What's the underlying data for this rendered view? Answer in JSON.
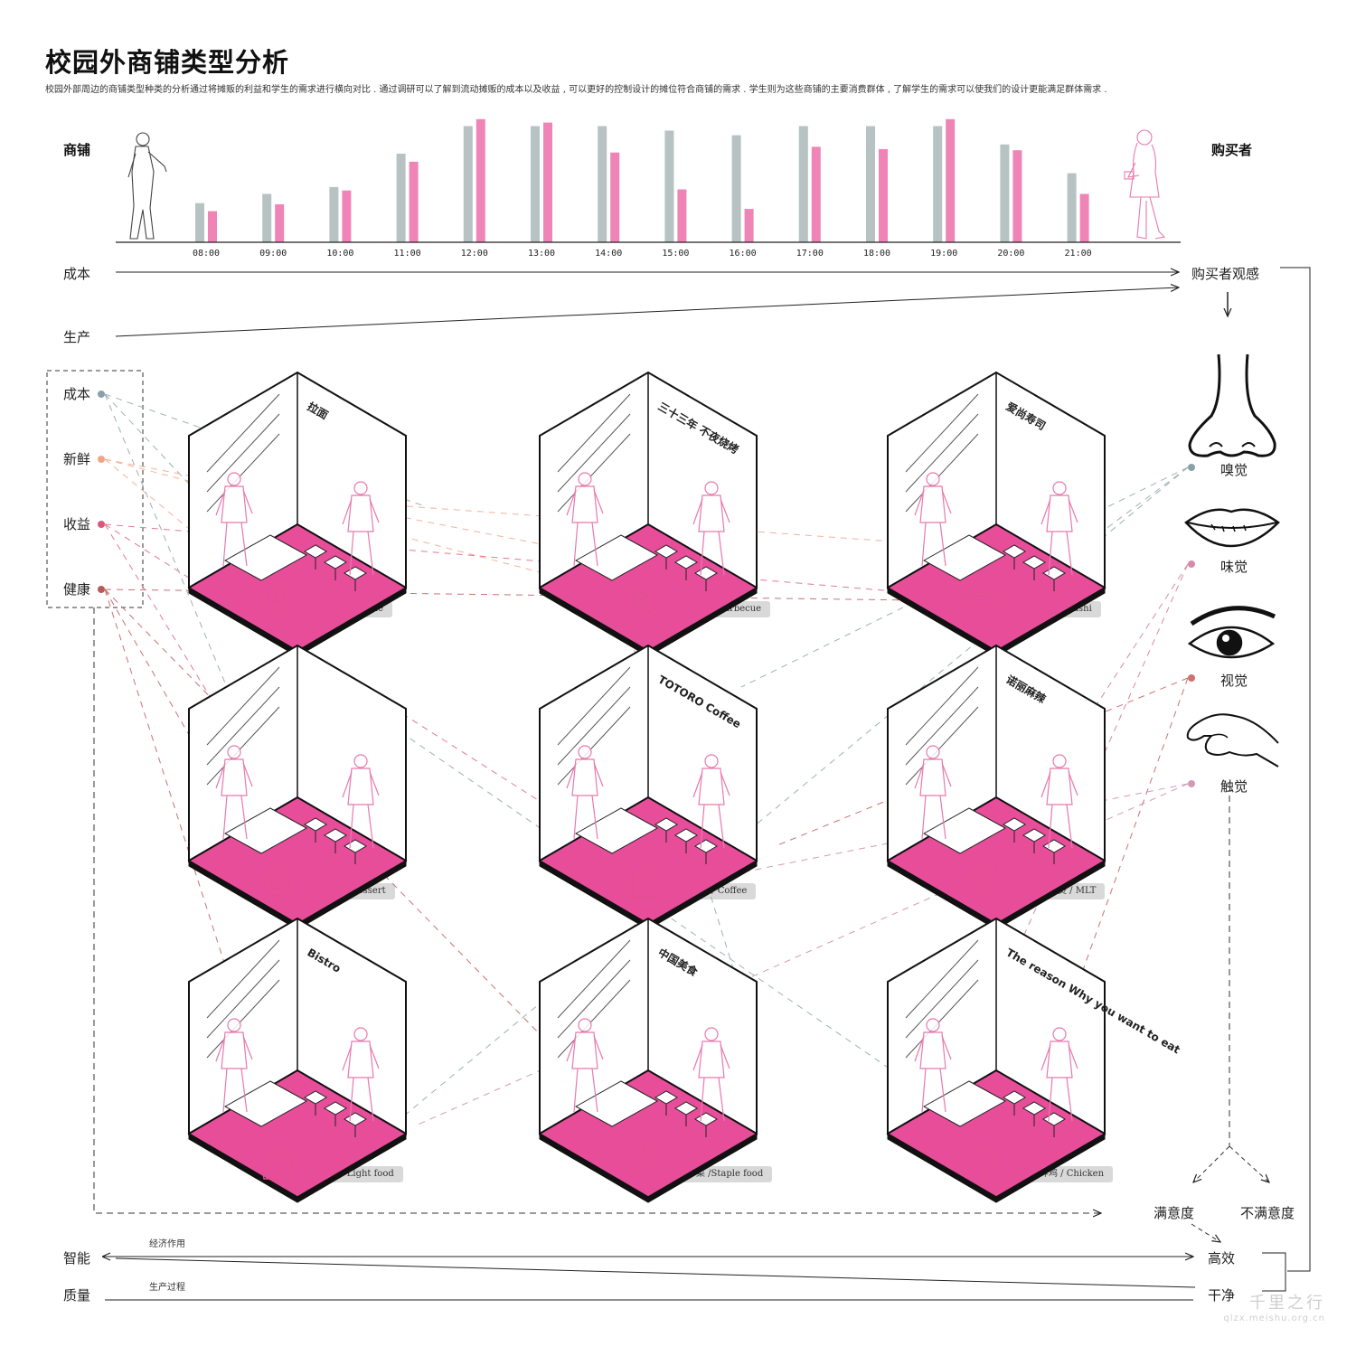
{
  "title": "校园外商铺类型分析",
  "subtitle": "校园外部周边的商铺类型种类的分析通过将摊贩的利益和学生的需求进行横向对比 . 通过调研可以了解到流动摊贩的成本以及收益 , 可以更好的控制设计的摊位符合商铺的需求 . 学生则为这些商铺的主要消费群体 , 了解学生的需求可以使我们的设计更能满足群体需求 .",
  "chart_data": {
    "type": "bar",
    "categories": [
      "08:00",
      "09:00",
      "10:00",
      "11:00",
      "12:00",
      "13:00",
      "14:00",
      "15:00",
      "16:00",
      "17:00",
      "18:00",
      "19:00",
      "20:00",
      "21:00"
    ],
    "series": [
      {
        "name": "商铺",
        "color": "#b7c2c2",
        "values": [
          34,
          42,
          48,
          77,
          101,
          101,
          101,
          97,
          93,
          101,
          101,
          101,
          85,
          60
        ]
      },
      {
        "name": "购买者",
        "color": "#ef85b6",
        "values": [
          27,
          33,
          45,
          70,
          107,
          104,
          78,
          46,
          29,
          83,
          81,
          107,
          80,
          42
        ]
      }
    ],
    "ylim": [
      0,
      110
    ]
  },
  "labels": {
    "shop": "商铺",
    "buyer": "购买者",
    "cost_row": "成本",
    "production_row": "生产",
    "buyer_perception": "购买者观感",
    "factors": [
      "成本",
      "新鲜",
      "收益",
      "健康"
    ],
    "senses": [
      "嗅觉",
      "味觉",
      "视觉",
      "触觉"
    ],
    "satisfied": "满意度",
    "unsatisfied": "不满意度",
    "efficient": "高效",
    "clean": "干净",
    "smart": "智能",
    "quality": "质量",
    "economic": "经济作用",
    "process": "生产过程"
  },
  "shops": [
    {
      "label": "面馆 / Noodle",
      "sign": "拉面"
    },
    {
      "label": "烧烤 / Barbecue",
      "sign": "三十三年  不夜烧烤"
    },
    {
      "label": "寿司 / Sushi",
      "sign": "爱尚寿司"
    },
    {
      "label": "甜点 / Dessert",
      "sign": ""
    },
    {
      "label": "咖啡 / Coffee",
      "sign": "TOTORO  Coffee"
    },
    {
      "label": "麻辣烫 / MLT",
      "sign": "诺丽麻辣"
    },
    {
      "label": "轻食 / Light food",
      "sign": "Bistro"
    },
    {
      "label": "小菜 /Staple food",
      "sign": "中国美食"
    },
    {
      "label": "炸鸡 / Chicken",
      "sign": "The reason Why you want to eat"
    }
  ],
  "watermark": {
    "main": "千里之行",
    "sub": "qlzx.meishu.org.cn"
  },
  "colors": {
    "pink": "#e84d9a",
    "grey": "#b7c2c2",
    "barpink": "#ef85b6"
  }
}
